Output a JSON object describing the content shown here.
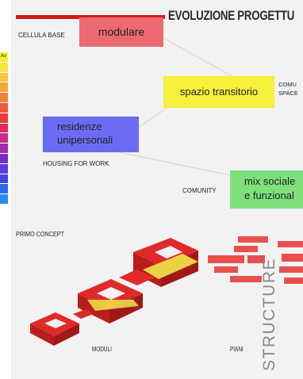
{
  "diagram": {
    "title": "EVOLUZIONE PROGETTU",
    "cellula_base_label": "CELLULA BASE",
    "boxes": {
      "modulare": "modulare",
      "spazio_transitorio": "spazio transitorio",
      "residenze": [
        "residenze",
        "unipersonali"
      ],
      "mix": [
        "mix sociale",
        "e funzional"
      ]
    },
    "comu_label": [
      "COMU",
      "SPACE"
    ],
    "housing_label": "HOUSING FOR WORK",
    "comunity_label": "COMUNITY",
    "primo_concept": "PRIMO CONCEPT",
    "moduli": "MODULI",
    "piani": "PIANI",
    "structure": "STRUCTURE"
  },
  "legend": {
    "labels": [
      "Av",
      "",
      "",
      "",
      "",
      "",
      "",
      "",
      "",
      "",
      "",
      "",
      "",
      "",
      ""
    ],
    "colors": [
      "#f5f03a",
      "#f8e43a",
      "#f8c63a",
      "#f6a53a",
      "#f2823a",
      "#ee5a3a",
      "#e83a3a",
      "#e02a5a",
      "#c82a8a",
      "#a02ab0",
      "#7a2ac8",
      "#5a3ad8",
      "#3a4ae0",
      "#2a6ae8",
      "#2a8af0"
    ]
  },
  "colors": {
    "accent_red": "#d01c1c",
    "box_red": "#ec6a6f",
    "box_yellow": "#f5f03a",
    "box_blue": "#6b6cf2",
    "box_green": "#7de07a"
  }
}
